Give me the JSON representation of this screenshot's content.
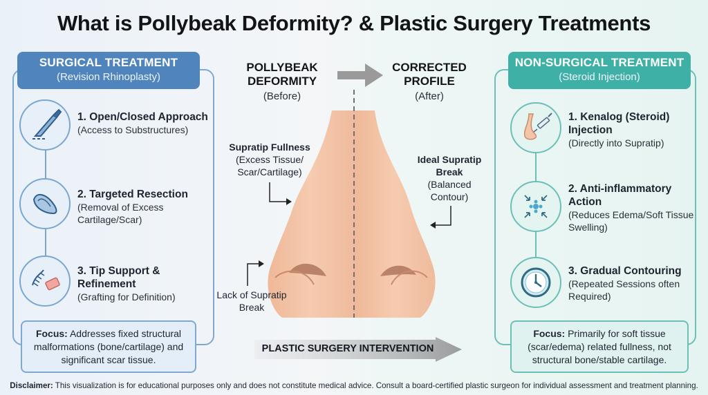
{
  "title": "What is Pollybeak Deformity? & Plastic Surgery Treatments",
  "surgical": {
    "heading": "SURGICAL TREATMENT",
    "subheading": "(Revision Rhinoplasty)",
    "steps": [
      {
        "title": "1. Open/Closed Approach",
        "desc": "(Access to Substructures)",
        "icon": "scalpel-icon"
      },
      {
        "title": "2. Targeted Resection",
        "desc": "(Removal of Excess Cartilage/Scar)",
        "icon": "cartilage-icon"
      },
      {
        "title": "3. Tip Support & Refinement",
        "desc": "(Grafting for Definition)",
        "icon": "graft-suture-icon"
      }
    ],
    "focus_label": "Focus:",
    "focus_text": "Addresses fixed structural malformations (bone/cartilage) and significant scar tissue."
  },
  "nonsurgical": {
    "heading": "NON-SURGICAL TREATMENT",
    "subheading": "(Steroid Injection)",
    "steps": [
      {
        "title": "1. Kenalog (Steroid) Injection",
        "desc": "(Directly into Supratip)",
        "icon": "syringe-nose-icon"
      },
      {
        "title": "2. Anti-inflammatory Action",
        "desc": "(Reduces Edema/Soft Tissue Swelling)",
        "icon": "anti-inflammatory-icon"
      },
      {
        "title": "3. Gradual Contouring",
        "desc": "(Repeated Sessions often Required)",
        "icon": "clock-icon"
      }
    ],
    "focus_label": "Focus:",
    "focus_text": "Primarily for soft tissue (scar/edema) related fullness, not structural bone/stable cartilage."
  },
  "center": {
    "before_title": "POLLYBEAK DEFORMITY",
    "before_sub": "(Before)",
    "after_title": "CORRECTED PROFILE",
    "after_sub": "(After)",
    "annot_fullness_title": "Supratip Fullness",
    "annot_fullness_desc": "(Excess Tissue/ Scar/Cartilage)",
    "annot_lack": "Lack of Supratip Break",
    "annot_ideal_title": "Ideal Supratip Break",
    "annot_ideal_desc": "(Balanced Contour)",
    "banner": "PLASTIC SURGERY INTERVENTION"
  },
  "disclaimer_label": "Disclaimer:",
  "disclaimer_text": "This visualization is for educational purposes only and does not constitute medical advice. Consult a board-certified plastic surgeon for individual assessment and treatment planning.",
  "colors": {
    "surgical_accent": "#4f84bd",
    "nonsurgical_accent": "#3fb0a5",
    "nose_skin": "#f4c4a6"
  }
}
